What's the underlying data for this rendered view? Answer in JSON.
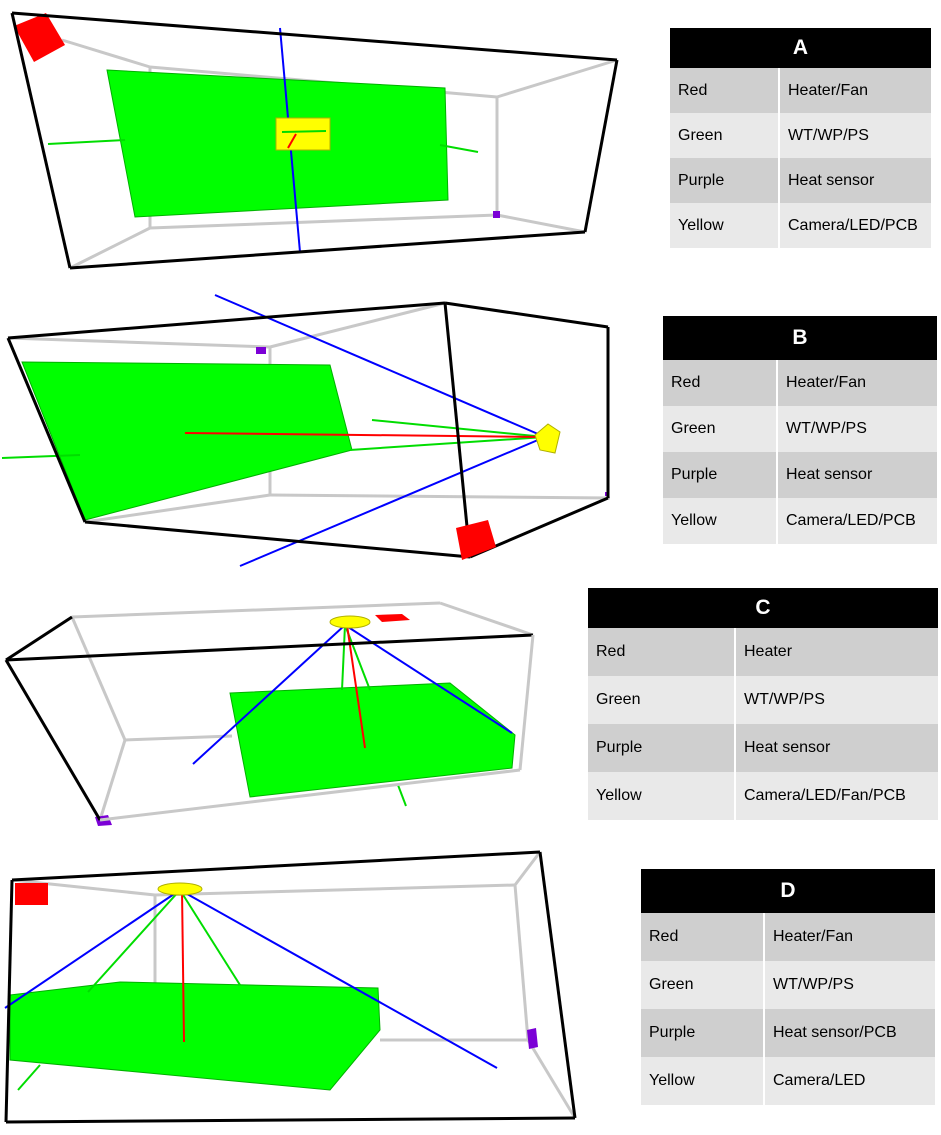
{
  "panels": [
    {
      "id": "A",
      "title": "A",
      "rows": [
        {
          "color": "Red",
          "component": "Heater/Fan"
        },
        {
          "color": "Green",
          "component": "WT/WP/PS"
        },
        {
          "color": "Purple",
          "component": "Heat sensor"
        },
        {
          "color": "Yellow",
          "component": "Camera/LED/PCB"
        }
      ]
    },
    {
      "id": "B",
      "title": "B",
      "rows": [
        {
          "color": "Red",
          "component": "Heater/Fan"
        },
        {
          "color": "Green",
          "component": "WT/WP/PS"
        },
        {
          "color": "Purple",
          "component": "Heat sensor"
        },
        {
          "color": "Yellow",
          "component": "Camera/LED/PCB"
        }
      ]
    },
    {
      "id": "C",
      "title": "C",
      "rows": [
        {
          "color": "Red",
          "component": "Heater"
        },
        {
          "color": "Green",
          "component": "WT/WP/PS"
        },
        {
          "color": "Purple",
          "component": "Heat sensor"
        },
        {
          "color": "Yellow",
          "component": "Camera/LED/Fan/PCB"
        }
      ]
    },
    {
      "id": "D",
      "title": "D",
      "rows": [
        {
          "color": "Red",
          "component": "Heater/Fan"
        },
        {
          "color": "Green",
          "component": "WT/WP/PS"
        },
        {
          "color": "Purple",
          "component": "Heat sensor/PCB"
        },
        {
          "color": "Yellow",
          "component": "Camera/LED"
        }
      ]
    }
  ],
  "colors": {
    "heater": "#ff0000",
    "tank": "#00ff00",
    "sensor": "#7b00d6",
    "camera": "#ffff00",
    "axis_blue": "#0000ff",
    "axis_red": "#ff0000",
    "axis_green": "#00dd00",
    "frame_front": "#000000",
    "frame_back": "#c8c8c8",
    "table_header_bg": "#000000",
    "table_row_dark": "#cfcfcf",
    "table_row_light": "#e9e9e9"
  }
}
